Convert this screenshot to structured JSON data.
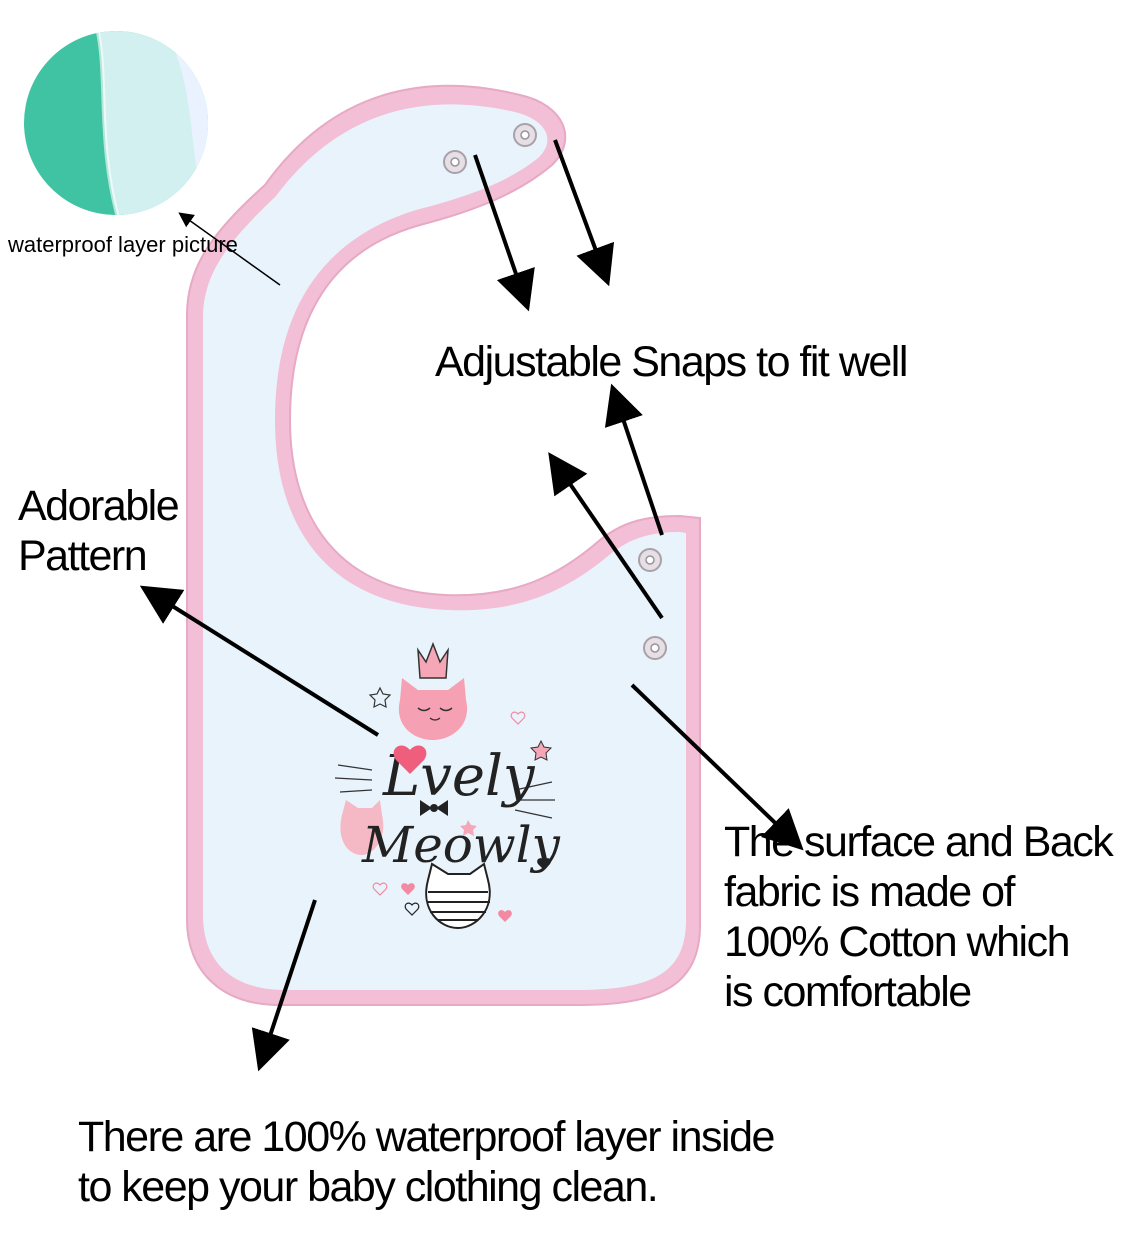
{
  "labels": {
    "inset_caption": "waterproof layer picture",
    "snaps": "Adjustable Snaps to fit well",
    "pattern_line1": "Adorable",
    "pattern_line2": "Pattern",
    "fabric_line1": "The surface and Back",
    "fabric_line2": "fabric is made of",
    "fabric_line3": "100% Cotton which",
    "fabric_line4": "is comfortable",
    "waterproof_line1": "There are 100% waterproof layer inside",
    "waterproof_line2": "to keep your baby clothing  clean."
  },
  "print": {
    "word1": "Lvely",
    "word2": "Meowly"
  },
  "colors": {
    "trim": "#f2bfd6",
    "fabric": "#e9f3fb",
    "cat_pink": "#f6a1b3",
    "inset_green": "#3fc3a2",
    "inset_light": "#cfeef0",
    "arrow": "#000000"
  }
}
